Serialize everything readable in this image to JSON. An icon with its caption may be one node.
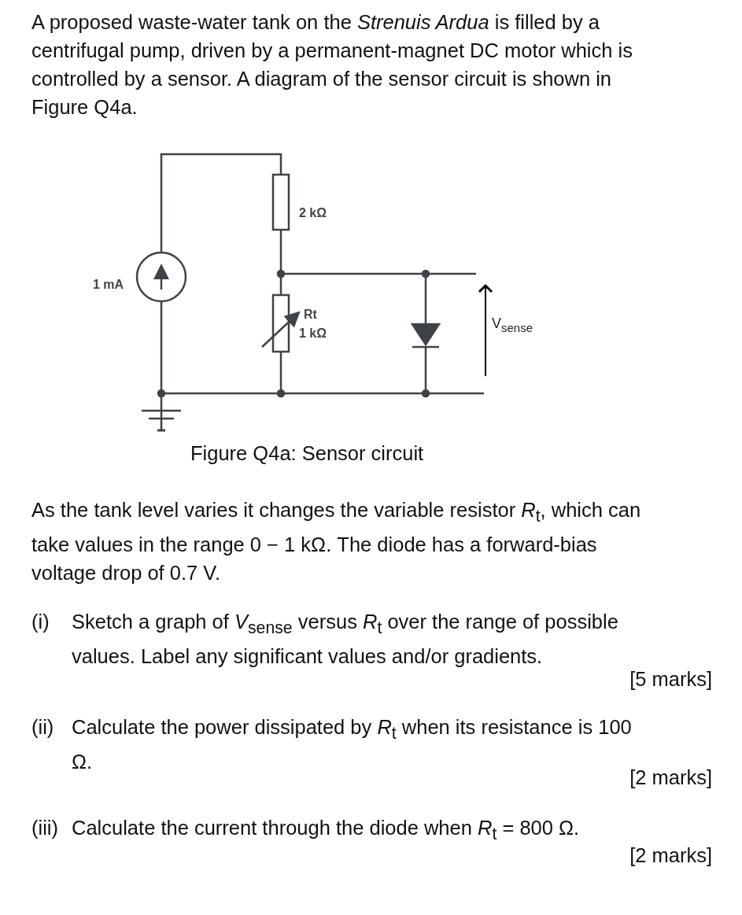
{
  "diagram": {
    "caption": "Figure Q4a: Sensor circuit",
    "labels": [
      "A proposed waste-water tank on the *Strenuis Ardua* is filled by a centrifugal pump, driven by a permanent-magnet DC motor which is controlled by a sensor. A diagram of the sensor circuit is shown in Figure Q4a.",
      "2 kΩ",
      "1 mA",
      "Rt",
      "1 kΩ",
      "V$_{sense}$",
      "As the tank level varies it changes the variable resistor *R*$_{t}$, which can take values in the range 0 − 1 kΩ. The diode has a forward-bias voltage drop of 0.7 V.",
      "(i)",
      "Sketch a graph of *V*$_{sense}$ versus *R*$_{t}$ over the range of possible values. Label any significant values and/or gradients.",
      "[5 marks]",
      "(ii)",
      "Calculate the power dissipated by *R*$_{t}$ when its resistance is 100 Ω.",
      "[2 marks]",
      "(iii)",
      "Calculate the current through the diode when *R*$_{t}$ = 800 Ω.",
      "[2 marks]"
    ]
  }
}
